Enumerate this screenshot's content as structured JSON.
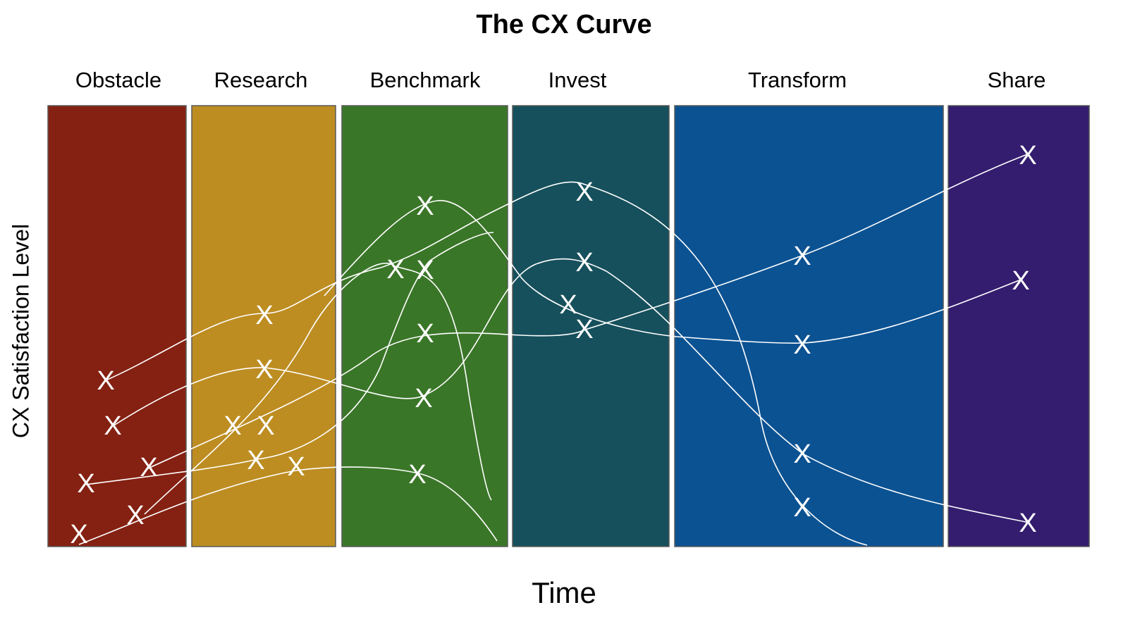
{
  "title": "The CX Curve",
  "xlabel": "Time",
  "ylabel": "CX Satisfaction Level",
  "marker_symbol": "X",
  "line_color": "#ffffff",
  "stages": [
    {
      "name": "Obstacle",
      "color": "#842112"
    },
    {
      "name": "Research",
      "color": "#BD8D22"
    },
    {
      "name": "Benchmark",
      "color": "#3A7628"
    },
    {
      "name": "Invest",
      "color": "#16505C"
    },
    {
      "name": "Transform",
      "color": "#0B5292"
    },
    {
      "name": "Share",
      "color": "#341D6E"
    }
  ]
}
